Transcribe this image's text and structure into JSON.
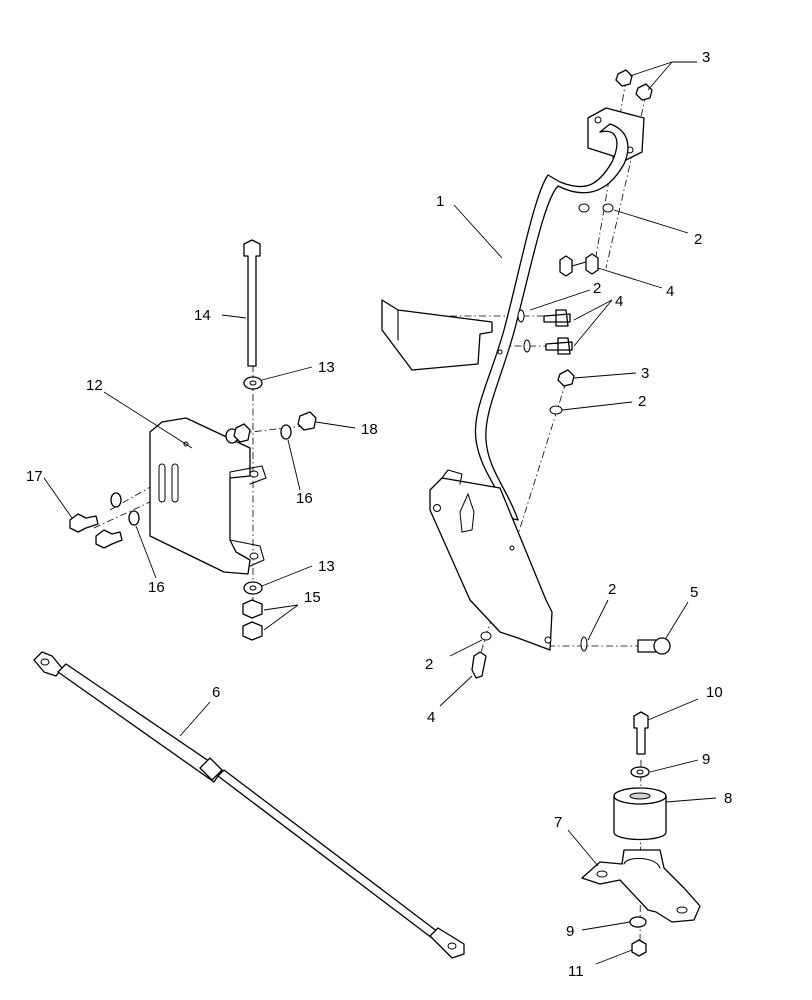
{
  "callouts": {
    "c1": "1",
    "c2a": "2",
    "c2b": "2",
    "c2c": "2",
    "c2d": "2",
    "c2e": "2",
    "c3a": "3",
    "c3b": "3",
    "c4a": "4",
    "c4b": "4",
    "c4c": "4",
    "c5": "5",
    "c6": "6",
    "c7": "7",
    "c8": "8",
    "c9a": "9",
    "c9b": "9",
    "c10": "10",
    "c11": "11",
    "c12": "12",
    "c13a": "13",
    "c13b": "13",
    "c14": "14",
    "c15": "15",
    "c16a": "16",
    "c16b": "16",
    "c17": "17",
    "c18": "18"
  }
}
